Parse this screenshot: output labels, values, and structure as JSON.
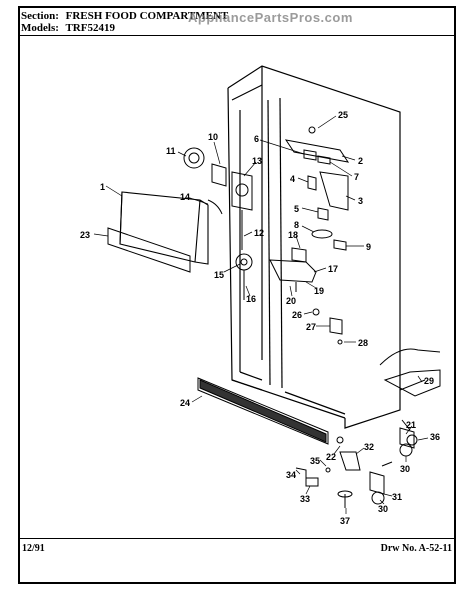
{
  "header": {
    "section_label": "Section:",
    "section_value": "FRESH FOOD COMPARTMENT",
    "models_label": "Models:",
    "models_value": "TRF52419",
    "watermark": "AppliancePartsPros.com"
  },
  "footer": {
    "date": "12/91",
    "drawing_number": "Drw No. A-52-11"
  },
  "callouts": [
    "1",
    "2",
    "3",
    "4",
    "5",
    "6",
    "7",
    "8",
    "9",
    "10",
    "11",
    "12",
    "13",
    "14",
    "15",
    "16",
    "17",
    "18",
    "19",
    "20",
    "21",
    "22",
    "23",
    "24",
    "25",
    "26",
    "27",
    "28",
    "29",
    "30",
    "30",
    "31",
    "32",
    "33",
    "34",
    "35",
    "36",
    "37"
  ]
}
